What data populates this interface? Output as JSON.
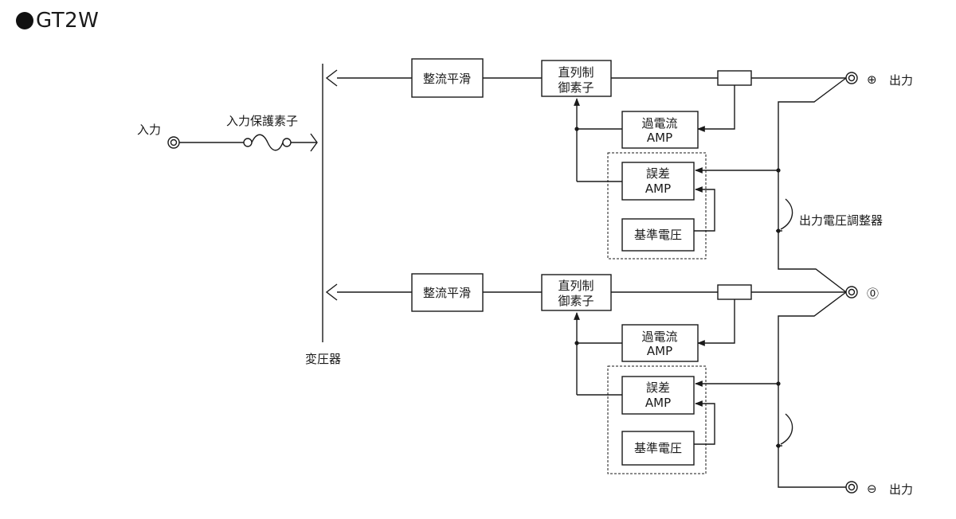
{
  "title": "GT2W",
  "labels": {
    "input": "入力",
    "input_protection": "入力保護素子",
    "transformer": "変圧器",
    "output_plus_symbol": "⊕",
    "output_plus": "出力",
    "output_zero_symbol": "⓪",
    "output_minus_symbol": "⊖",
    "output_minus": "出力",
    "output_voltage_adjuster": "出力電圧調整器"
  },
  "upper": {
    "rectifier": "整流平滑",
    "series_line1": "直列制",
    "series_line2": "御素子",
    "overcurrent_line1": "過電流",
    "overcurrent_line2": "AMP",
    "error_line1": "誤差",
    "error_line2": "AMP",
    "reference": "基準電圧"
  },
  "lower": {
    "rectifier": "整流平滑",
    "series_line1": "直列制",
    "series_line2": "御素子",
    "overcurrent_line1": "過電流",
    "overcurrent_line2": "AMP",
    "error_line1": "誤差",
    "error_line2": "AMP",
    "reference": "基準電圧"
  }
}
